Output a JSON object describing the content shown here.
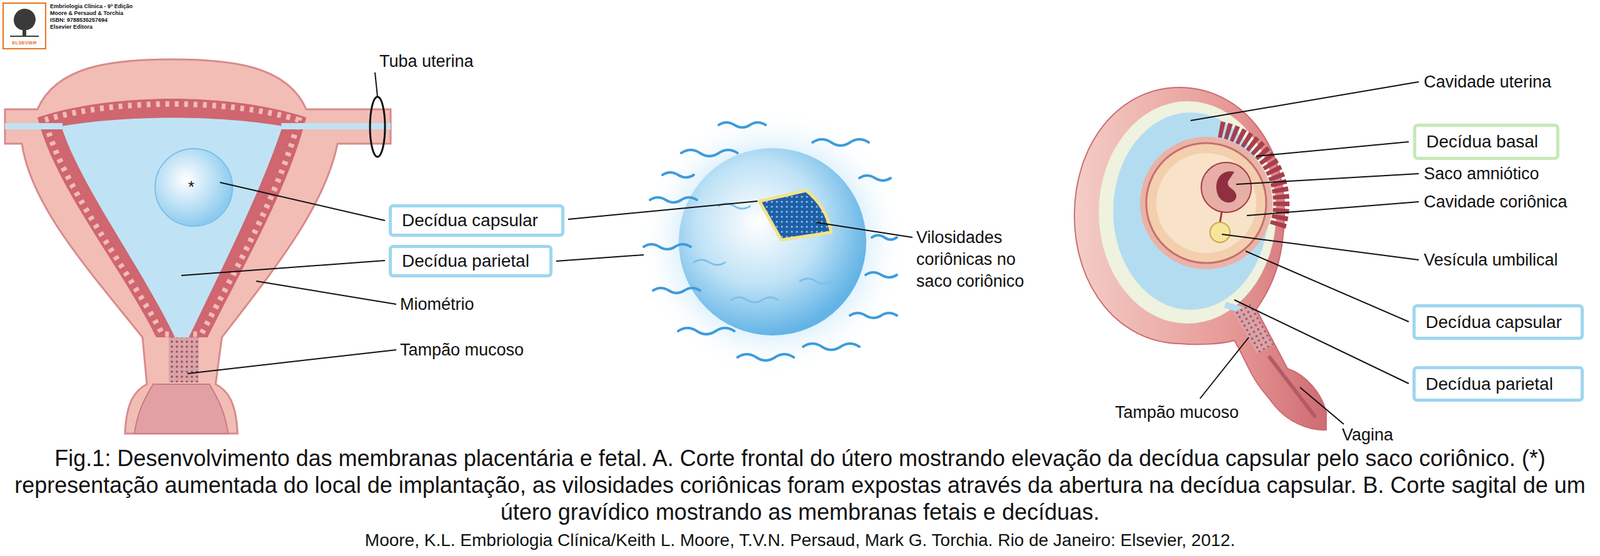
{
  "diagram": {
    "caption": "Fig.1: Desenvolvimento das membranas placentária e fetal. A. Corte frontal do útero mostrando elevação da decídua capsular pelo saco coriônico. (*) representação aumentada do local de implantação, as vilosidades coriônicas foram expostas através da abertura na decídua capsular. B. Corte sagital de um útero gravídico mostrando as membranas fetais e decíduas.",
    "nodes": [
      {
        "text": [
          "Decídua capsular"
        ]
      },
      {
        "text": [
          "Decídua parietal"
        ]
      },
      {
        "text": [
          "Decídua basal"
        ]
      },
      {
        "text": [
          "Decídua capsular"
        ]
      },
      {
        "text": [
          "Decídua parietal"
        ]
      }
    ],
    "labels": [
      "ELSEVIER",
      "Embriologia Clínica - 9ª Edição",
      "Moore & Persaud & Torchia",
      "ISBN: 9788535257694",
      "Elsevier Editora",
      "Tuba uterina",
      "*",
      "Miométrio",
      "Tampão mucoso",
      "Vilosidades coriônicas no saco coriônico",
      "Cavidade uterina",
      "Saco amniótico",
      "Cavidade coriônica",
      "Vesícula umbilical",
      "Tampão mucoso",
      "Vagina",
      "Moore, K.L. Embriologia Clínica/Keith L. Moore, T.V.N. Persaud, Mark G. Torchia. Rio de Janeiro: Elsevier, 2012."
    ]
  }
}
